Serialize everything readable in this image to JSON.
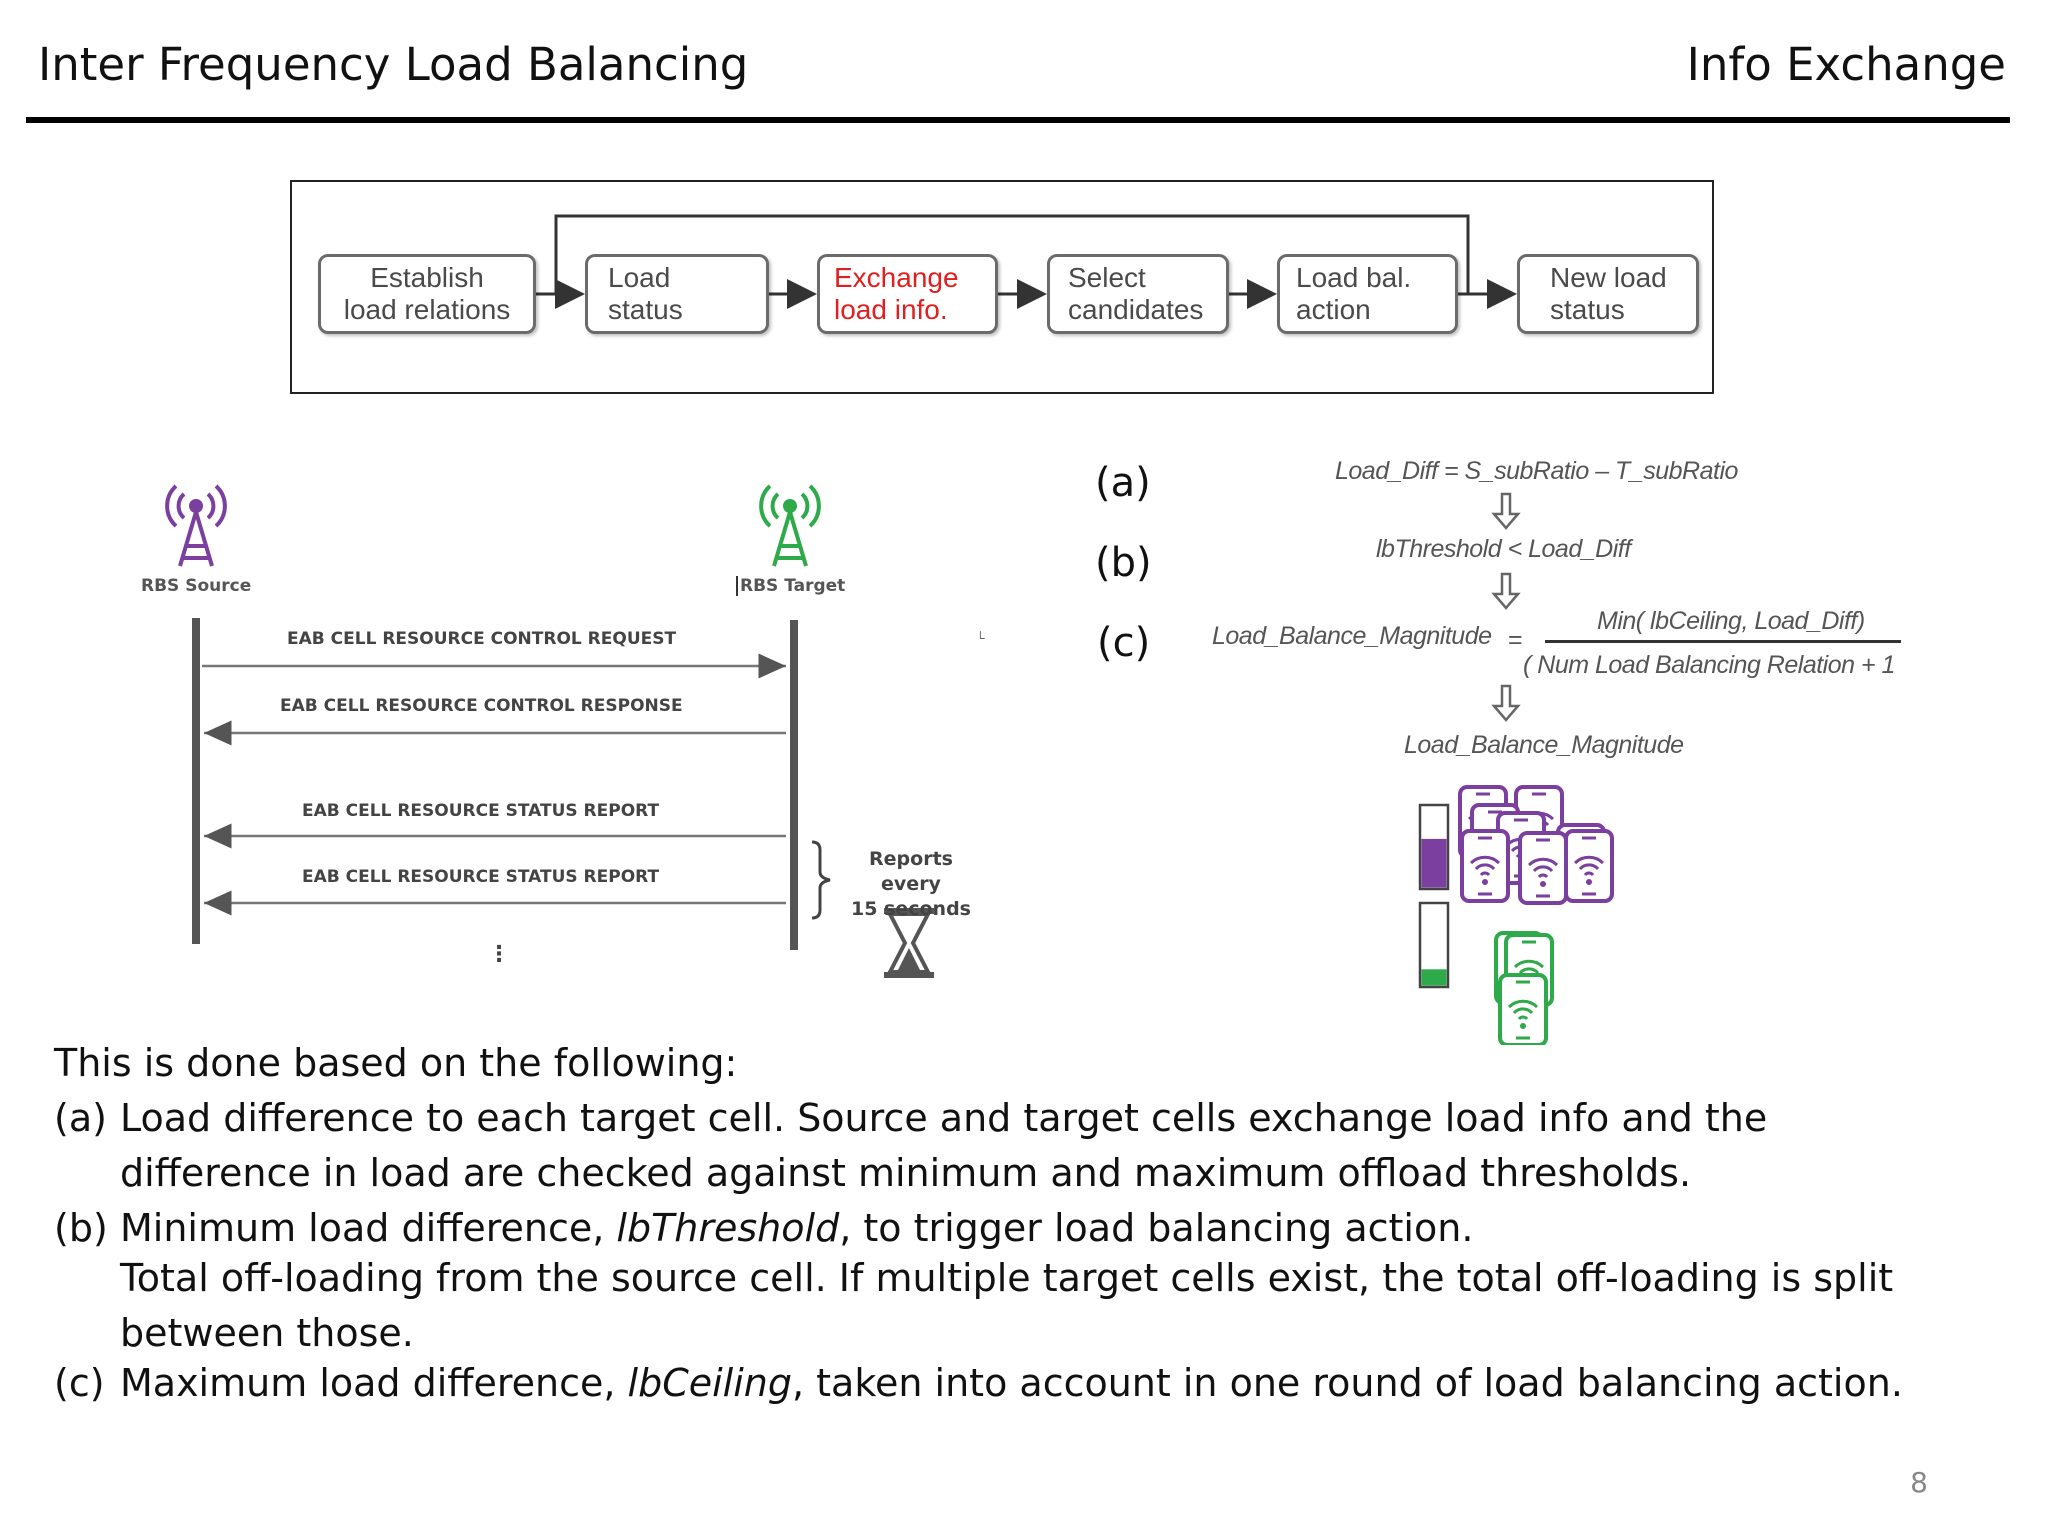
{
  "header": {
    "title": "Inter Frequency Load Balancing",
    "section": "Info Exchange"
  },
  "flow": {
    "steps": [
      {
        "label": "Establish\nload relations",
        "active": false
      },
      {
        "label": "Load\nstatus",
        "active": false
      },
      {
        "label": "Exchange\nload info.",
        "active": true
      },
      {
        "label": "Select\ncandidates",
        "active": false
      },
      {
        "label": "Load bal.\naction",
        "active": false
      },
      {
        "label": "New load\nstatus",
        "active": false
      }
    ]
  },
  "sequence": {
    "source_label": "RBS Source",
    "target_label": "RBS Target",
    "messages": [
      "EAB CELL RESOURCE CONTROL REQUEST",
      "EAB CELL RESOURCE CONTROL RESPONSE",
      "EAB CELL RESOURCE STATUS REPORT",
      "EAB CELL RESOURCE STATUS REPORT"
    ],
    "continuation": "⋮",
    "note_line1": "Reports every",
    "note_line2": "15 seconds",
    "source_color": "#7b3fa0",
    "target_color": "#2eaa4a"
  },
  "calc": {
    "labels": [
      "(a)",
      "(b)",
      "(c)"
    ],
    "formula_a": "Load_Diff = S_subRatio – T_subRatio",
    "formula_b": "lbThreshold < Load_Diff",
    "formula_c_lhs": "Load_Balance_Magnitude",
    "formula_c_eq": "=",
    "formula_c_num": "Min( lbCeiling, Load_Diff)",
    "formula_c_den": "( Num Load Balancing Relation + 1",
    "result": "Load_Balance_Magnitude",
    "source_fill_fraction": 0.6,
    "target_fill_fraction": 0.2
  },
  "body": {
    "intro": "This is done based on the following:",
    "a_label": "(a)",
    "a_text": "Load difference to each target cell. Source and target cells exchange load info and the difference in load are checked against minimum and maximum offload thresholds.",
    "b_label": "(b)",
    "b_pre": "Minimum load difference, ",
    "b_term": "lbThreshold",
    "b_post": ", to trigger load balancing action.",
    "b_extra": "Total off-loading from the source cell. If multiple target cells exist, the total off-loading is split between those.",
    "c_label": "(c)",
    "c_pre": "Maximum load difference, ",
    "c_term": "lbCeiling",
    "c_post": ", taken into account in one round of load balancing action."
  },
  "page_number": "8"
}
